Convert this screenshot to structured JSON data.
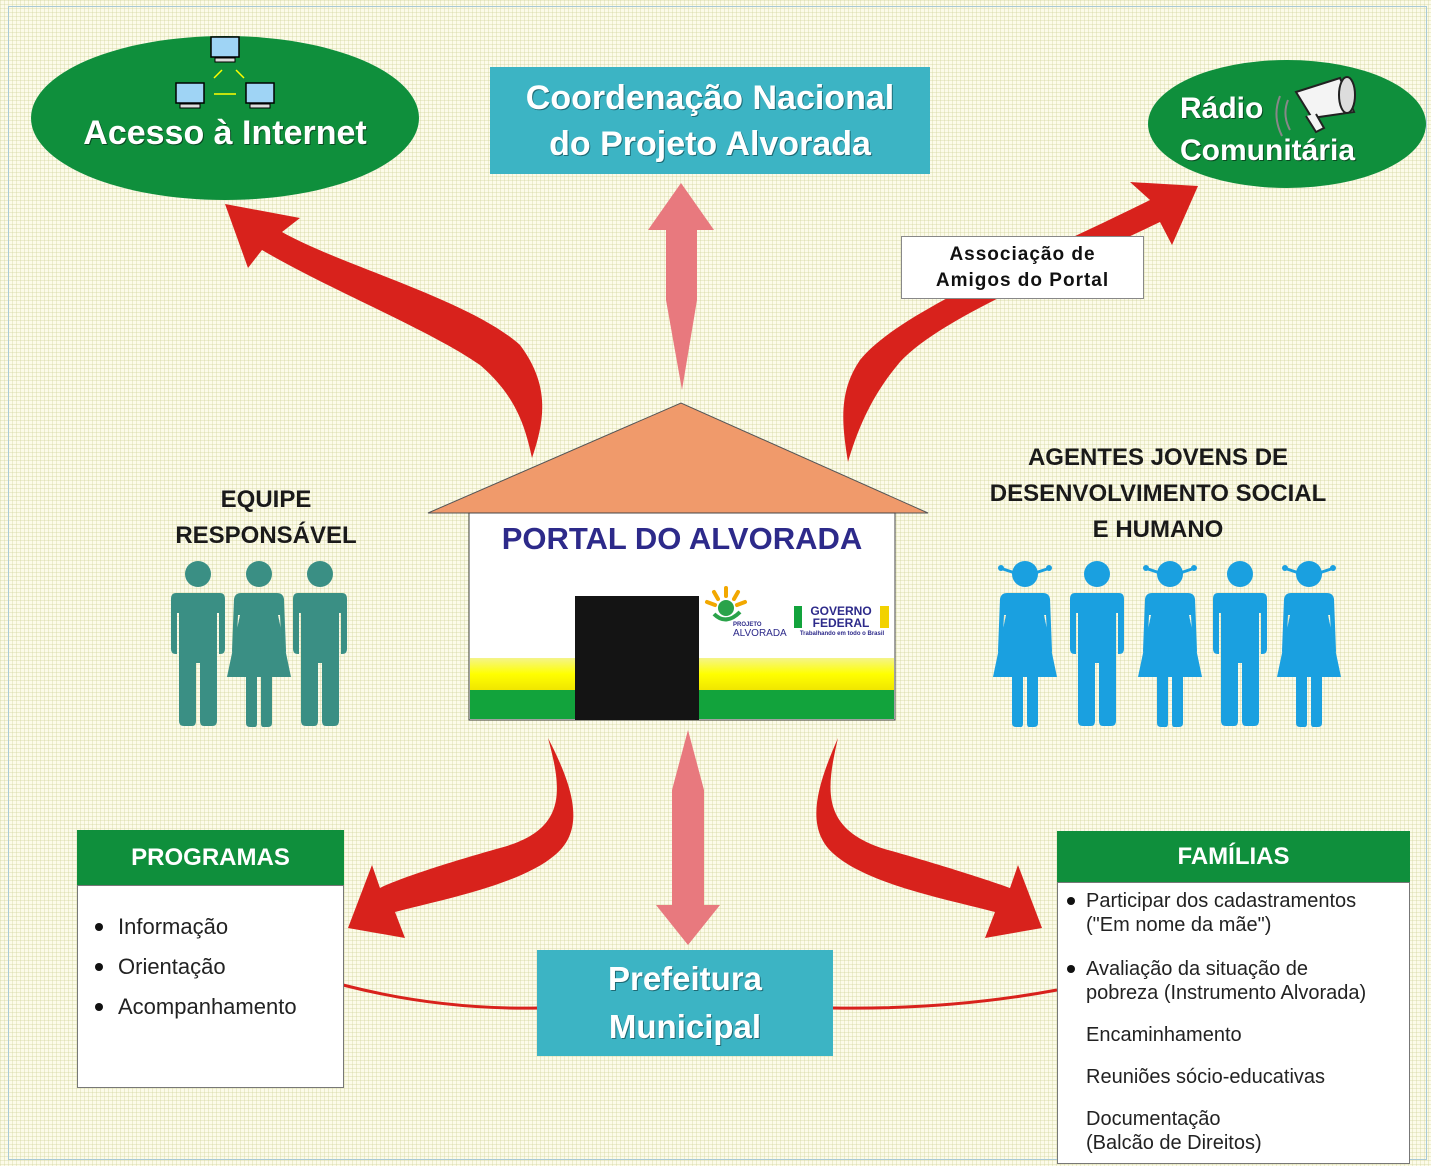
{
  "diagram_title": "",
  "internet": {
    "label": "Acesso à Internet"
  },
  "coordenacao": {
    "line1": "Coordenação Nacional",
    "line2": "do Projeto Alvorada"
  },
  "radio": {
    "line1": "Rádio",
    "line2": "Comunitária"
  },
  "associacao": {
    "line1": "Associação de",
    "line2": "Amigos do Portal"
  },
  "equipe": {
    "line1": "EQUIPE",
    "line2": "RESPONSÁVEL"
  },
  "agentes": {
    "line1": "AGENTES JOVENS DE",
    "line2": "DESENVOLVIMENTO SOCIAL",
    "line3": "E HUMANO"
  },
  "portal": {
    "title": "PORTAL DO ALVORADA",
    "logo_small": "PROJETO",
    "logo_alvorada": "ALVORADA",
    "gov_line1": "GOVERNO",
    "gov_line2": "FEDERAL",
    "gov_tagline": "Trabalhando em todo o Brasil"
  },
  "programas": {
    "title": "PROGRAMAS",
    "items": [
      "Informação",
      "Orientação",
      "Acompanhamento"
    ]
  },
  "prefeitura": {
    "line1": "Prefeitura",
    "line2": "Municipal"
  },
  "familias": {
    "title": "FAMÍLIAS",
    "b1_l1": "Participar dos cadastramentos",
    "b1_l2": "(\"Em nome da mãe\")",
    "b2_l1": "Avaliação da situação de",
    "b2_l2": "pobreza (Instrumento Alvorada)",
    "n1": "Encaminhamento",
    "n2": "Reuniões sócio-educativas",
    "n3_l1": "Documentação",
    "n3_l2": "(Balcão de Direitos)"
  },
  "colors": {
    "green": "#0f8f3c",
    "teal": "#3cb4c4",
    "red_arrow": "#d8221c",
    "pink_arrow": "#e8797e",
    "roof": "#f09a6b",
    "equipe_figures": "#3a8f84",
    "agentes_figures": "#1aa0e0"
  }
}
